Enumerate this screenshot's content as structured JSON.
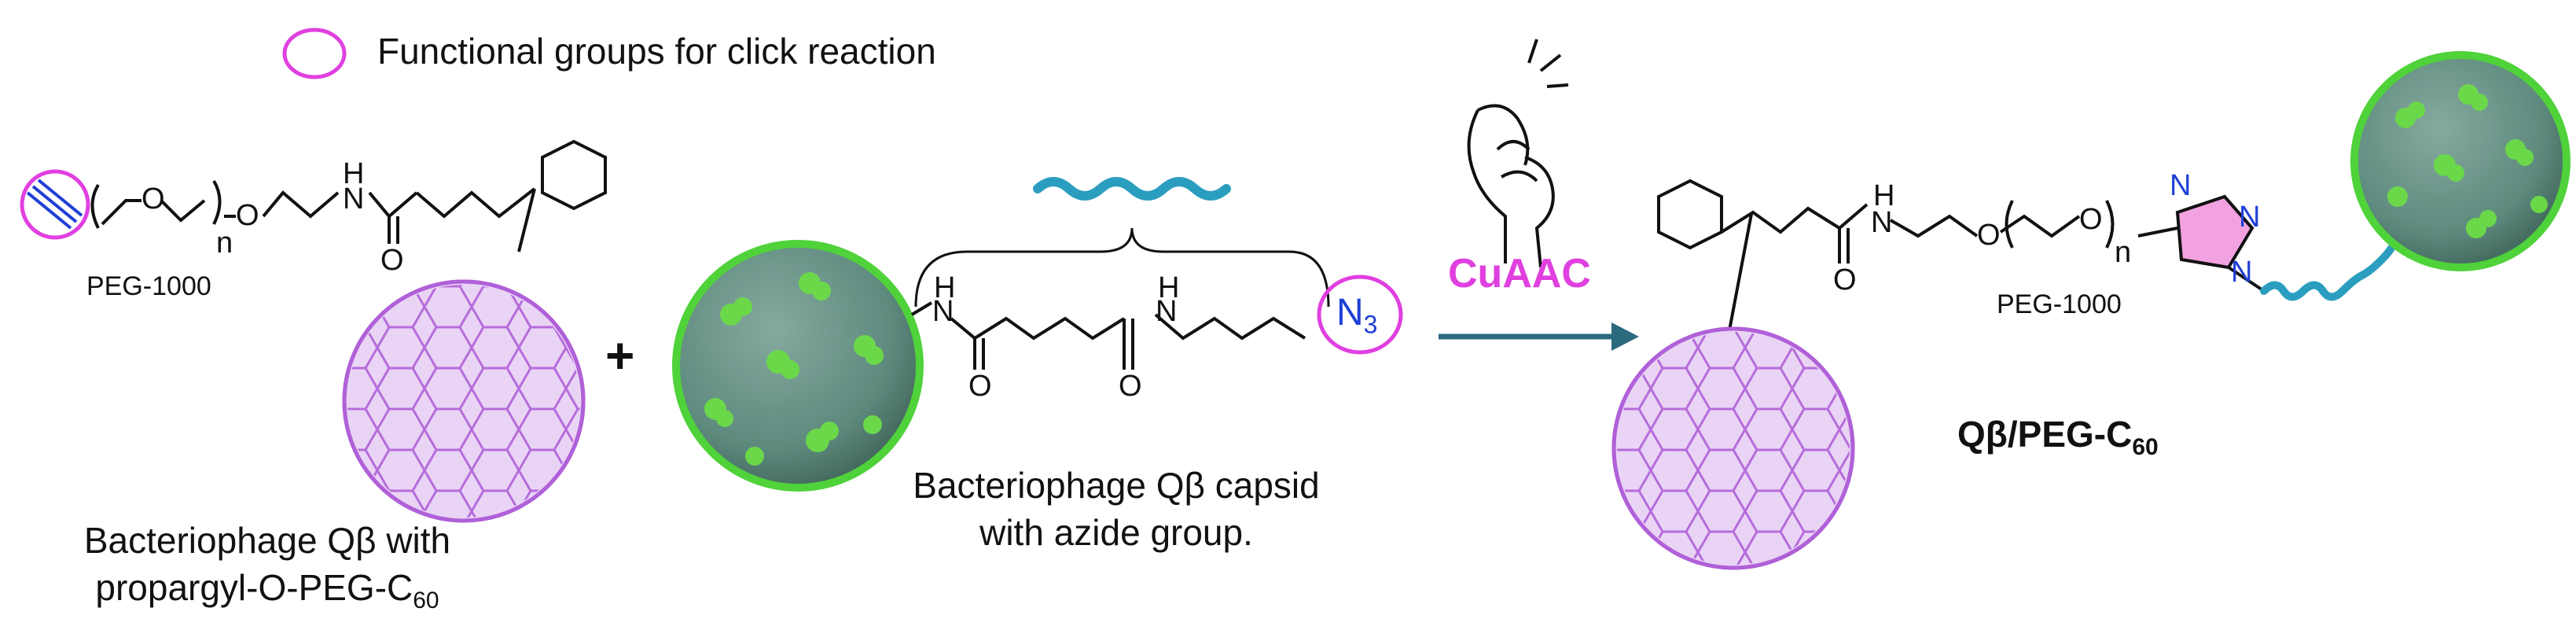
{
  "legend": {
    "text": "Functional groups for click reaction"
  },
  "reagent1": {
    "peg_label": "PEG-1000",
    "caption_line1": "Bacteriophage Qβ with",
    "caption_line2_main": "propargyl-O-PEG-C",
    "caption_line2_sub": "60",
    "atoms": {
      "o1": "O",
      "o2": "O",
      "n": "n",
      "nh": "H",
      "nh_n": "N",
      "carbonyl_o": "O"
    }
  },
  "plus": "+",
  "reagent2": {
    "caption_line1": "Bacteriophage Qβ capsid",
    "caption_line2": "with azide group.",
    "azide_main": "N",
    "azide_sub": "3",
    "atoms": {
      "h1": "H",
      "n1": "N",
      "h2": "H",
      "n2": "N",
      "o1": "O",
      "o2": "O"
    }
  },
  "reaction": {
    "label": "CuAAC"
  },
  "product": {
    "peg_label": "PEG-1000",
    "name_main": "Qβ/PEG-C",
    "name_sub": "60",
    "atoms": {
      "h": "H",
      "n": "N",
      "o_carbonyl": "O",
      "o1": "O",
      "o2": "O",
      "n_sub": "n",
      "tz_n1": "N",
      "tz_n2": "N",
      "tz_n3": "N"
    }
  },
  "colors": {
    "highlight": "#e040e0",
    "fullerene": "#b060d8",
    "fullerene_fill": "#e2c4f2",
    "capsid": "#5e8a7e",
    "capsid_spots": "#6bd84a",
    "linker_wave": "#2b9ec0",
    "triazole": "#f2a2e0",
    "triazole_n": "#1f3fd6",
    "arrow": "#2c6a7f",
    "cuaac": "#e040e0"
  }
}
